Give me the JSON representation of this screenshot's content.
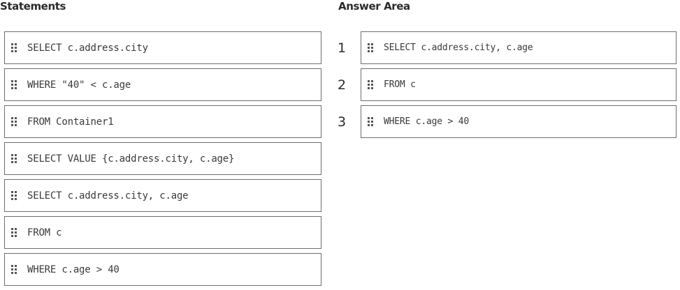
{
  "statements_title": "Statements",
  "answer_title": "Answer Area",
  "statements": [
    {
      "code": "SELECT c.address.city"
    },
    {
      "code": "WHERE \"40\" < c.age"
    },
    {
      "code": "FROM Container1"
    },
    {
      "code": "SELECT VALUE {c.address.city, c.age}"
    },
    {
      "code": "SELECT c.address.city, c.age"
    },
    {
      "code": "FROM c"
    },
    {
      "code": "WHERE c.age > 40"
    }
  ],
  "answers": [
    {
      "number": "1",
      "code": "SELECT c.address.city, c.age"
    },
    {
      "number": "2",
      "code": "FROM c"
    },
    {
      "number": "3",
      "code": "WHERE c.age > 40"
    }
  ]
}
